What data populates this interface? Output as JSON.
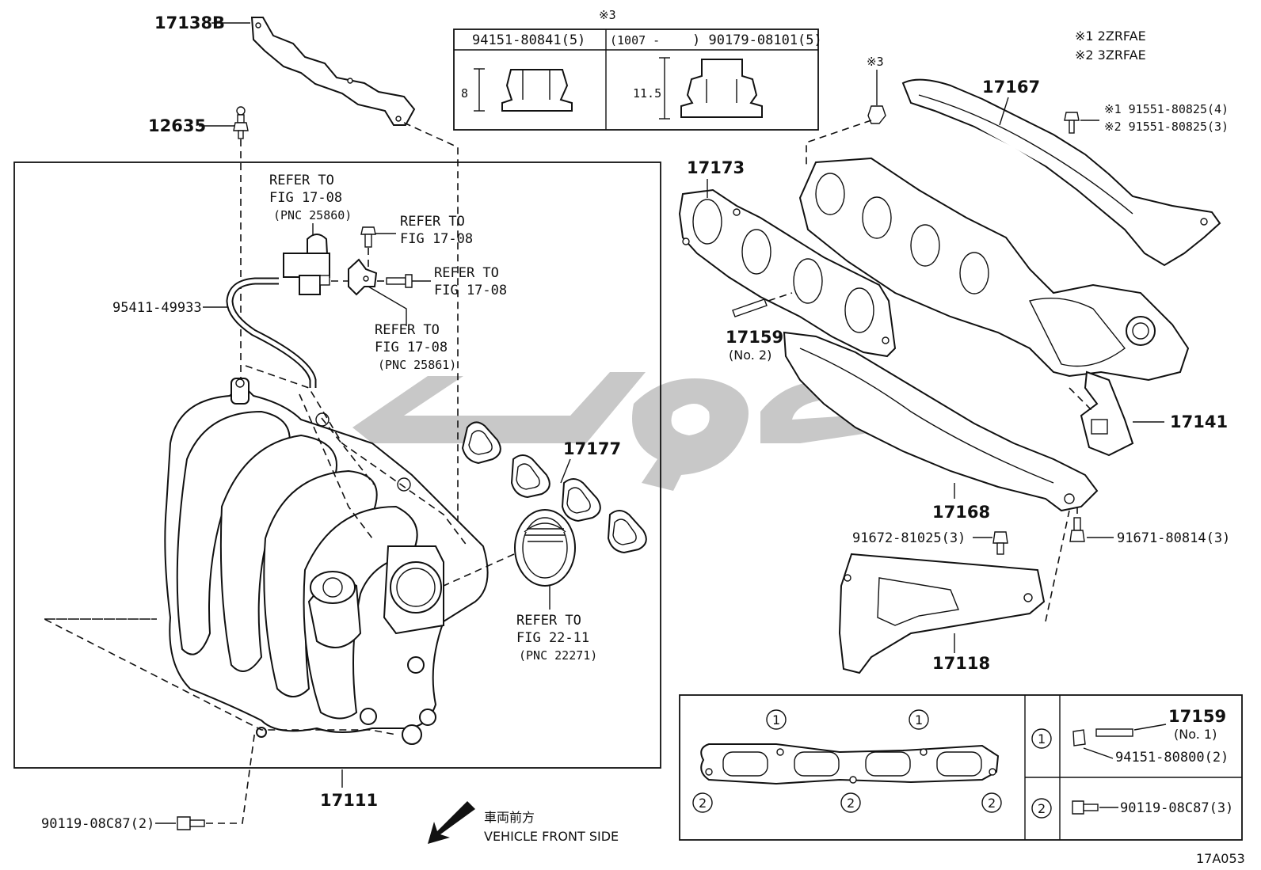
{
  "labels": {
    "p17138B": "17138B",
    "p12635": "12635",
    "p95411": "95411-49933",
    "refer1_l1": "REFER TO",
    "refer1_l2": "FIG 17-08",
    "refer1_pnc": "(PNC 25860)",
    "refer2_l1": "REFER TO",
    "refer2_l2": "FIG 17-08",
    "refer3_l1": "REFER TO",
    "refer3_l2": "FIG 17-08",
    "refer4_l1": "REFER TO",
    "refer4_l2": "FIG 17-08",
    "refer4_pnc": "(PNC 25861)",
    "p17177": "17177",
    "refer5_l1": "REFER TO",
    "refer5_l2": "FIG 22-11",
    "refer5_pnc": "(PNC 22271)",
    "p17111": "17111",
    "p90119_left": "90119-08C87(2)",
    "vehicle_jp": "車両前方",
    "vehicle_en": "VEHICLE FRONT SIDE",
    "p17173": "17173",
    "p17159_no2": "17159",
    "p17159_no2_sub": "(No. 2)",
    "p17167": "17167",
    "note3_top": "※3",
    "note3_right": "※3",
    "note1": "※1 2ZRFAE",
    "note2": "※2 3ZRFAE",
    "bolt_n1": "※1 91551-80825(4)",
    "bolt_n2": "※2 91551-80825(3)",
    "p17141": "17141",
    "p17168": "17168",
    "p91672": "91672-81025(3)",
    "p91671": "91671-80814(3)",
    "p17118": "17118",
    "p17159_no1": "17159",
    "p17159_no1_sub": "(No. 1)",
    "p94151_800": "94151-80800(2)",
    "p90119_right": "90119-08C87(3)",
    "circle1": "1",
    "circle2": "2",
    "fig_code": "17A053"
  },
  "nut_table": {
    "left_header": "94151-80841(5)",
    "right_header_prefix": "(1007 -",
    "right_header_part": ") 90179-08101(5)",
    "left_dim": "8",
    "right_dim": "11.5"
  },
  "colors": {
    "line": "#111111",
    "watermark": "#9a9a9a"
  }
}
